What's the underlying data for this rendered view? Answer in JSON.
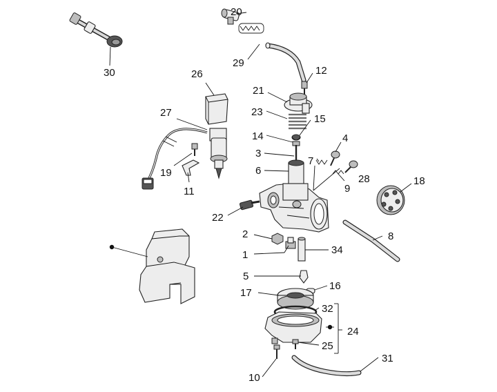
{
  "diagram": {
    "part_numbers": [
      "1",
      "2",
      "3",
      "4",
      "5",
      "6",
      "7",
      "8",
      "9",
      "10",
      "11",
      "12",
      "14",
      "15",
      "16",
      "17",
      "18",
      "19",
      "20",
      "21",
      "22",
      "23",
      "24",
      "25",
      "26",
      "27",
      "28",
      "29",
      "30",
      "31",
      "32",
      "34"
    ]
  }
}
